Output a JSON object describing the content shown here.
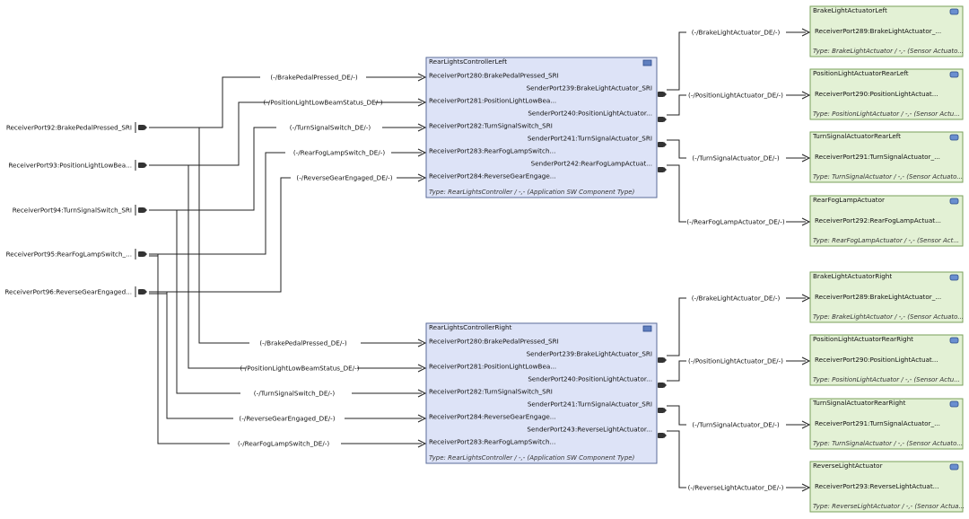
{
  "colors": {
    "controller_fill": "#dde3f7",
    "controller_border": "#5a6b9a",
    "actuator_fill": "#e3f1d5",
    "actuator_border": "#7aa05a",
    "port_fill": "#333333",
    "wire": "#222222"
  },
  "external_ports": [
    {
      "label": "ReceiverPort92:BrakePedalPressed_SRI"
    },
    {
      "label": "ReceiverPort93:PositionLightLowBea..."
    },
    {
      "label": "ReceiverPort94:TurnSignalSwitch_SRI"
    },
    {
      "label": "ReceiverPort95:RearFogLampSwitch_..."
    },
    {
      "label": "ReceiverPort96:ReverseGearEngaged..."
    }
  ],
  "controllers": [
    {
      "title": "RearLightsControllerLeft",
      "type": "Type: RearLightsController / -,- (Application SW Component Type)",
      "rows": [
        {
          "side": "in",
          "label": "ReceiverPort280:BrakePedalPressed_SRI"
        },
        {
          "side": "out",
          "label": "SenderPort239:BrakeLightActuator_SRI"
        },
        {
          "side": "in",
          "label": "ReceiverPort281:PositionLightLowBea..."
        },
        {
          "side": "out",
          "label": "SenderPort240:PositionLightActuator..."
        },
        {
          "side": "in",
          "label": "ReceiverPort282:TurnSignalSwitch_SRI"
        },
        {
          "side": "out",
          "label": "SenderPort241:TurnSignalActuator_SRI"
        },
        {
          "side": "in",
          "label": "ReceiverPort283:RearFogLampSwitch..."
        },
        {
          "side": "out",
          "label": "SenderPort242:RearFogLampActuat..."
        },
        {
          "side": "in",
          "label": "ReceiverPort284:ReverseGearEngage..."
        }
      ]
    },
    {
      "title": "RearLightsControllerRight",
      "type": "Type: RearLightsController / -,- (Application SW Component Type)",
      "rows": [
        {
          "side": "in",
          "label": "ReceiverPort280:BrakePedalPressed_SRI"
        },
        {
          "side": "out",
          "label": "SenderPort239:BrakeLightActuator_SRI"
        },
        {
          "side": "in",
          "label": "ReceiverPort281:PositionLightLowBea..."
        },
        {
          "side": "out",
          "label": "SenderPort240:PositionLightActuator..."
        },
        {
          "side": "in",
          "label": "ReceiverPort282:TurnSignalSwitch_SRI"
        },
        {
          "side": "out",
          "label": "SenderPort241:TurnSignalActuator_SRI"
        },
        {
          "side": "in",
          "label": "ReceiverPort284:ReverseGearEngage..."
        },
        {
          "side": "out",
          "label": "SenderPort243:ReverseLightActuator..."
        },
        {
          "side": "in",
          "label": "ReceiverPort283:RearFogLampSwitch..."
        }
      ]
    }
  ],
  "left_connectors": [
    {
      "label": "(-/BrakePedalPressed_DE/-)"
    },
    {
      "label": "(-/PositionLightLowBeamStatus_DE/-)"
    },
    {
      "label": "(-/TurnSignalSwitch_DE/-)"
    },
    {
      "label": "(-/RearFogLampSwitch_DE/-)"
    },
    {
      "label": "(-/ReverseGearEngaged_DE/-)"
    },
    {
      "label": "(-/BrakePedalPressed_DE/-)"
    },
    {
      "label": "(-/PositionLightLowBeamStatus_DE/-)"
    },
    {
      "label": "(-/TurnSignalSwitch_DE/-)"
    },
    {
      "label": "(-/ReverseGearEngaged_DE/-)"
    },
    {
      "label": "(-/RearFogLampSwitch_DE/-)"
    }
  ],
  "actuators": [
    {
      "title": "BrakeLightActuatorLeft",
      "port": "ReceiverPort289:BrakeLightActuator_...",
      "type": "Type: BrakeLightActuator / -,- (Sensor Actuato...",
      "connector": "(-/BrakeLightActuator_DE/-)"
    },
    {
      "title": "PositionLightActuatorRearLeft",
      "port": "ReceiverPort290:PositionLightActuat...",
      "type": "Type: PositionLightActuator / -,- (Sensor Actu...",
      "connector": "(-/PositionLightActuator_DE/-)"
    },
    {
      "title": "TurnSignalActuatorRearLeft",
      "port": "ReceiverPort291:TurnSignalActuator_...",
      "type": "Type: TurnSignalActuator / -,- (Sensor Actuato...",
      "connector": "(-/TurnSignalActuator_DE/-)"
    },
    {
      "title": "RearFogLampActuator",
      "port": "ReceiverPort292:RearFogLampActuat...",
      "type": "Type: RearFogLampActuator / -,- (Sensor Act...",
      "connector": "(-/RearFogLampActuator_DE/-)"
    },
    {
      "title": "BrakeLightActuatorRight",
      "port": "ReceiverPort289:BrakeLightActuator_...",
      "type": "Type: BrakeLightActuator / -,- (Sensor Actuato...",
      "connector": "(-/BrakeLightActuator_DE/-)"
    },
    {
      "title": "PositionLightActuatorRearRight",
      "port": "ReceiverPort290:PositionLightActuat...",
      "type": "Type: PositionLightActuator / -,- (Sensor Actu...",
      "connector": "(-/PositionLightActuator_DE/-)"
    },
    {
      "title": "TurnSignalActuatorRearRight",
      "port": "ReceiverPort291:TurnSignalActuator_...",
      "type": "Type: TurnSignalActuator / -,- (Sensor Actuato...",
      "connector": "(-/TurnSignalActuator_DE/-)"
    },
    {
      "title": "ReverseLightActuator",
      "port": "ReceiverPort293:ReverseLightActuat...",
      "type": "Type: ReverseLightActuator / -,- (Sensor Actua...",
      "connector": "(-/ReverseLightActuator_DE/-)"
    }
  ]
}
